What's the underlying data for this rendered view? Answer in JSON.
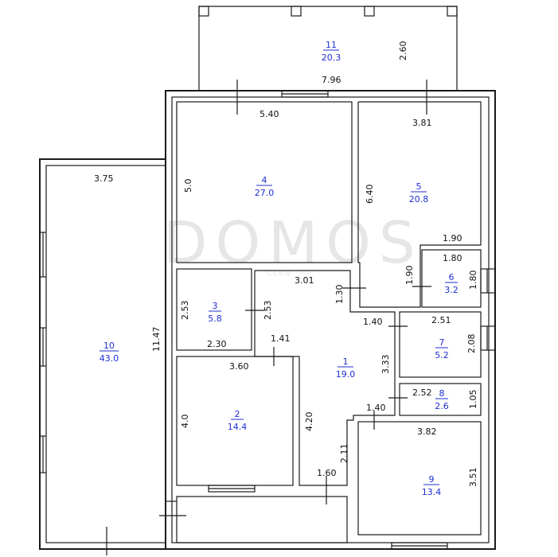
{
  "watermark": {
    "brand": "DOMOS",
    "sub": "CLUB"
  },
  "rooms": [
    {
      "num": "1",
      "area": "19.0"
    },
    {
      "num": "2",
      "area": "14.4"
    },
    {
      "num": "3",
      "area": "5.8"
    },
    {
      "num": "4",
      "area": "27.0"
    },
    {
      "num": "5",
      "area": "20.8"
    },
    {
      "num": "6",
      "area": "3.2"
    },
    {
      "num": "7",
      "area": "5.2"
    },
    {
      "num": "8",
      "area": "2.6"
    },
    {
      "num": "9",
      "area": "13.4"
    },
    {
      "num": "10",
      "area": "43.0"
    },
    {
      "num": "11",
      "area": "20.3"
    }
  ],
  "dims": {
    "terrace_h": "2.60",
    "terrace_w": "7.96",
    "r4_w": "5.40",
    "r4_h": "5.0",
    "r5_w": "3.81",
    "r5_h": "6.40",
    "r5_step": "1.90",
    "r5_step_h": "1.90",
    "r6_w": "1.80",
    "r6_h": "1.80",
    "r10_w": "3.75",
    "r10_h": "11.47",
    "r3_h1": "2.53",
    "r3_h2": "2.53",
    "r3_w": "2.30",
    "r1_top": "3.01",
    "r1_h1": "1.30",
    "r1_h2": "3.33",
    "r1_w1": "1.40",
    "r1_w2": "1.41",
    "r1_w3": "1.40",
    "r7_w": "2.51",
    "r7_h": "2.08",
    "r8_w": "2.52",
    "r8_h": "1.05",
    "r2_w": "3.60",
    "r2_h": "4.0",
    "hall_h": "4.20",
    "hall_h2": "2.11",
    "hall_w": "1.60",
    "r9_w": "3.82",
    "r9_h": "3.51"
  }
}
